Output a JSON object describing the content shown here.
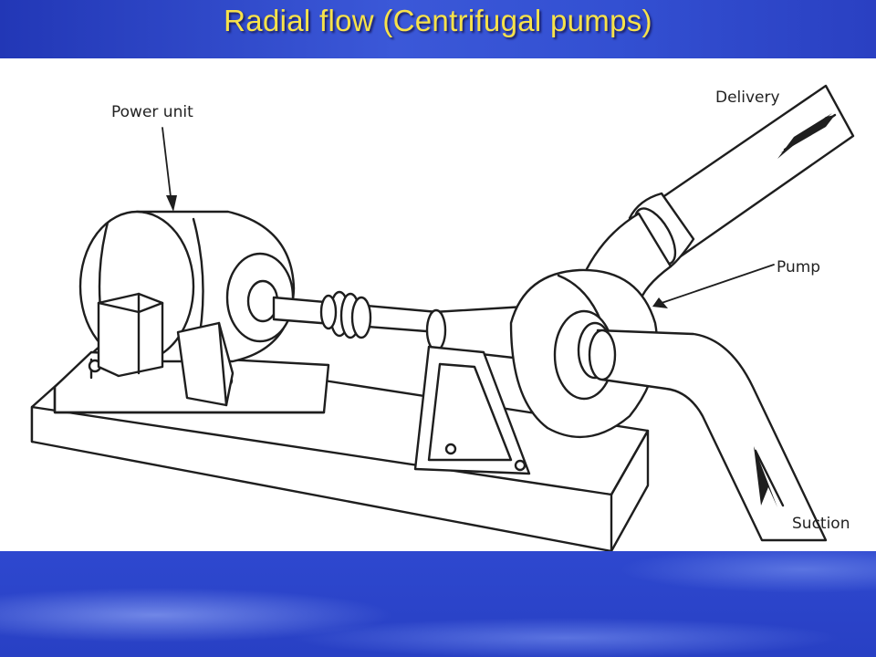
{
  "slide": {
    "title": "Radial flow (Centrifugal pumps)"
  },
  "diagram": {
    "labels": {
      "power_unit": "Power unit",
      "delivery": "Delivery",
      "pump": "Pump",
      "suction": "Suction"
    }
  },
  "colors": {
    "title_text": "#f7e24a",
    "background": "#2f48c8",
    "diagram_background": "#ffffff"
  }
}
